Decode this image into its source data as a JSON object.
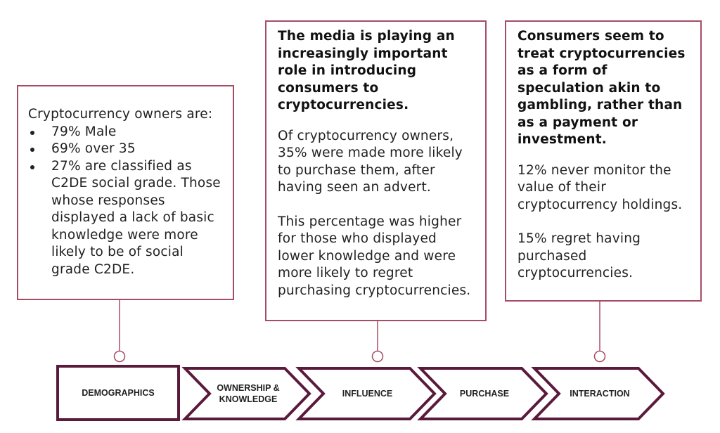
{
  "colors": {
    "accent": "#a64d66",
    "stage_border": "#5a1a3c"
  },
  "boxes": {
    "demographics": {
      "intro": "Cryptocurrency owners are:",
      "bullets": [
        "79% Male",
        "69% over 35",
        "27% are classified as C2DE social grade. Those whose responses displayed a lack of basic knowledge were more likely to be of social grade C2DE."
      ]
    },
    "influence": {
      "heading": "The media is playing an increasingly important role in introducing consumers to cryptocurrencies.",
      "paragraphs": [
        "Of cryptocurrency owners, 35% were made more likely to purchase them, after having seen an advert.",
        "This percentage was higher for those who displayed lower knowledge and were more likely to regret purchasing cryptocurrencies."
      ]
    },
    "interaction": {
      "heading": "Consumers seem to treat cryptocurrencies as a form of speculation akin to gambling, rather than as a payment or investment.",
      "paragraphs": [
        "12% never monitor the value of their cryptocurrency holdings.",
        "15% regret having purchased cryptocurrencies."
      ]
    }
  },
  "stages": [
    "DEMOGRAPHICS",
    "OWNERSHIP & KNOWLEDGE",
    "INFLUENCE",
    "PURCHASE",
    "INTERACTION"
  ]
}
